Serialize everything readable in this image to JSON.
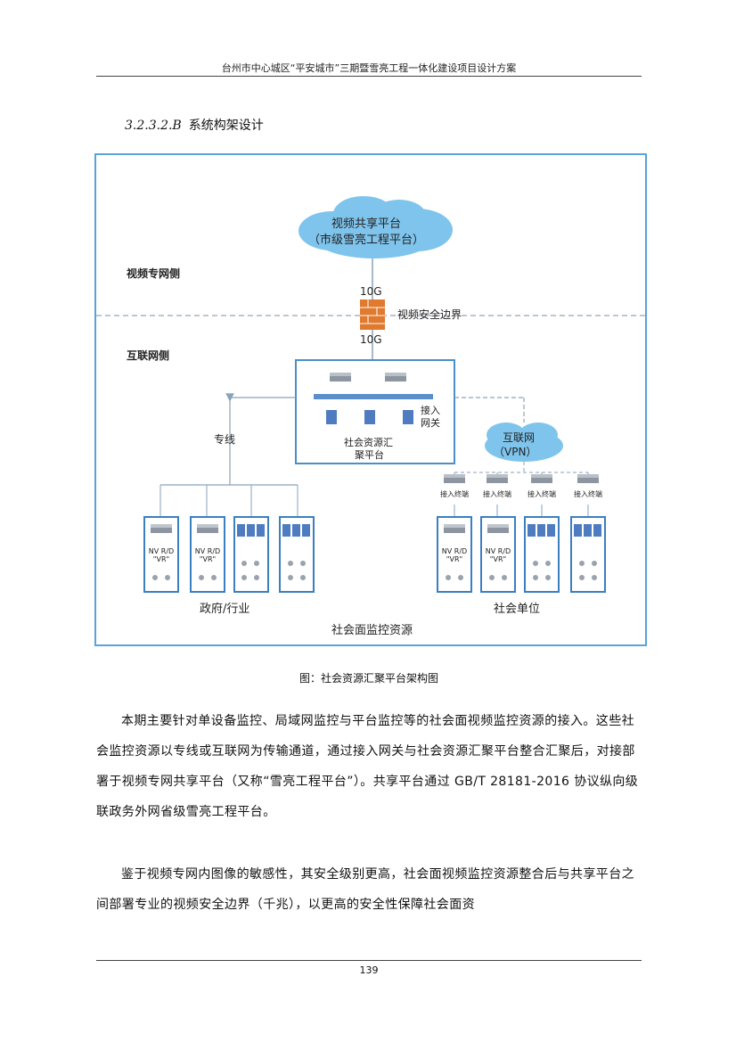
{
  "header": {
    "title": "台州市中心城区“平安城市”三期暨雪亮工程一体化建设项目设计方案"
  },
  "section": {
    "number": "3.2.3.2.B",
    "title": "系统构架设计"
  },
  "diagram": {
    "video_side_label": "视频专网侧",
    "internet_side_label": "互联网侧",
    "cloud_line1": "视频共享平台",
    "cloud_line2": "（市级雪亮工程平台）",
    "bandwidth_top": "10G",
    "bandwidth_bottom": "10G",
    "security_boundary": "视频安全边界",
    "gateway_label_line1": "接入",
    "gateway_label_line2": "网关",
    "aggregation_line1": "社会资源汇",
    "aggregation_line2": "聚平台",
    "dedicated_line": "专线",
    "internet_vpn_line1": "互联网",
    "internet_vpn_line2": "（VPN）",
    "access_terminal": "接入终端",
    "nvr_label": "NV R/D \"VR\"",
    "government_label": "政府/行业",
    "social_unit_label": "社会单位",
    "resources_label": "社会面监控资源"
  },
  "caption": "图：社会资源汇聚平台架构图",
  "paragraphs": [
    "本期主要针对单设备监控、局域网监控与平台监控等的社会面视频监控资源的接入。这些社会监控资源以专线或互联网为传输通道，通过接入网关与社会资源汇聚平台整合汇聚后，对接部署于视频专网共享平台（又称“雪亮工程平台”）。共享平台通过 GB/T 28181-2016 协议纵向级联政务外网省级雪亮工程平台。",
    "鉴于视频专网内图像的敏感性，其安全级别更高，社会面视频监控资源整合后与共享平台之间部署专业的视频安全边界（千兆），以更高的安全性保障社会面资"
  ],
  "footer": {
    "page_number": "139"
  },
  "colors": {
    "border": "#5aa3d6",
    "cloud": "#7fc4ec",
    "firewall": "#e07a2e",
    "line": "#9bb4c8"
  }
}
